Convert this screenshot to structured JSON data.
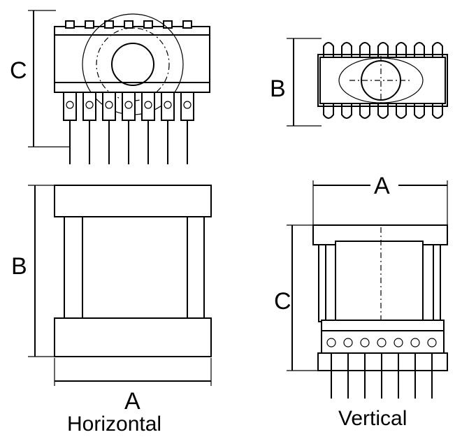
{
  "views": {
    "horizontal_side": {
      "dim_label": "C"
    },
    "horizontal_end": {
      "dim_label": "B"
    },
    "horizontal_top": {
      "dim_label_height": "B",
      "dim_label_width": "A",
      "caption": "Horizontal"
    },
    "vertical": {
      "dim_label_width": "A",
      "dim_label_height": "C",
      "caption": "Vertical"
    }
  }
}
